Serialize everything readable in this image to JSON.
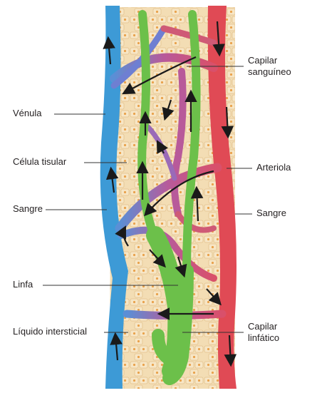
{
  "labels": {
    "venula": "Vénula",
    "celula_tisular": "Célula tisular",
    "sangre_left": "Sangre",
    "linfa": "Linfa",
    "liquido_intersticial": "Líquido intersticial",
    "capilar_sanguineo_1": "Capilar",
    "capilar_sanguineo_2": "sanguíneo",
    "arteriola": "Arteriola",
    "sangre_right": "Sangre",
    "capilar_linfatico_1": "Capilar",
    "capilar_linfatico_2": "linfático"
  },
  "colors": {
    "venous": "#3d9ad6",
    "arterial": "#e04a55",
    "capillary": "#b85a9a",
    "lymph": "#6cc04a",
    "tissue": "#f3ddb4",
    "cell_nucleus": "#e9a24c",
    "arrow": "#1a1a1a",
    "leader": "#333333"
  }
}
